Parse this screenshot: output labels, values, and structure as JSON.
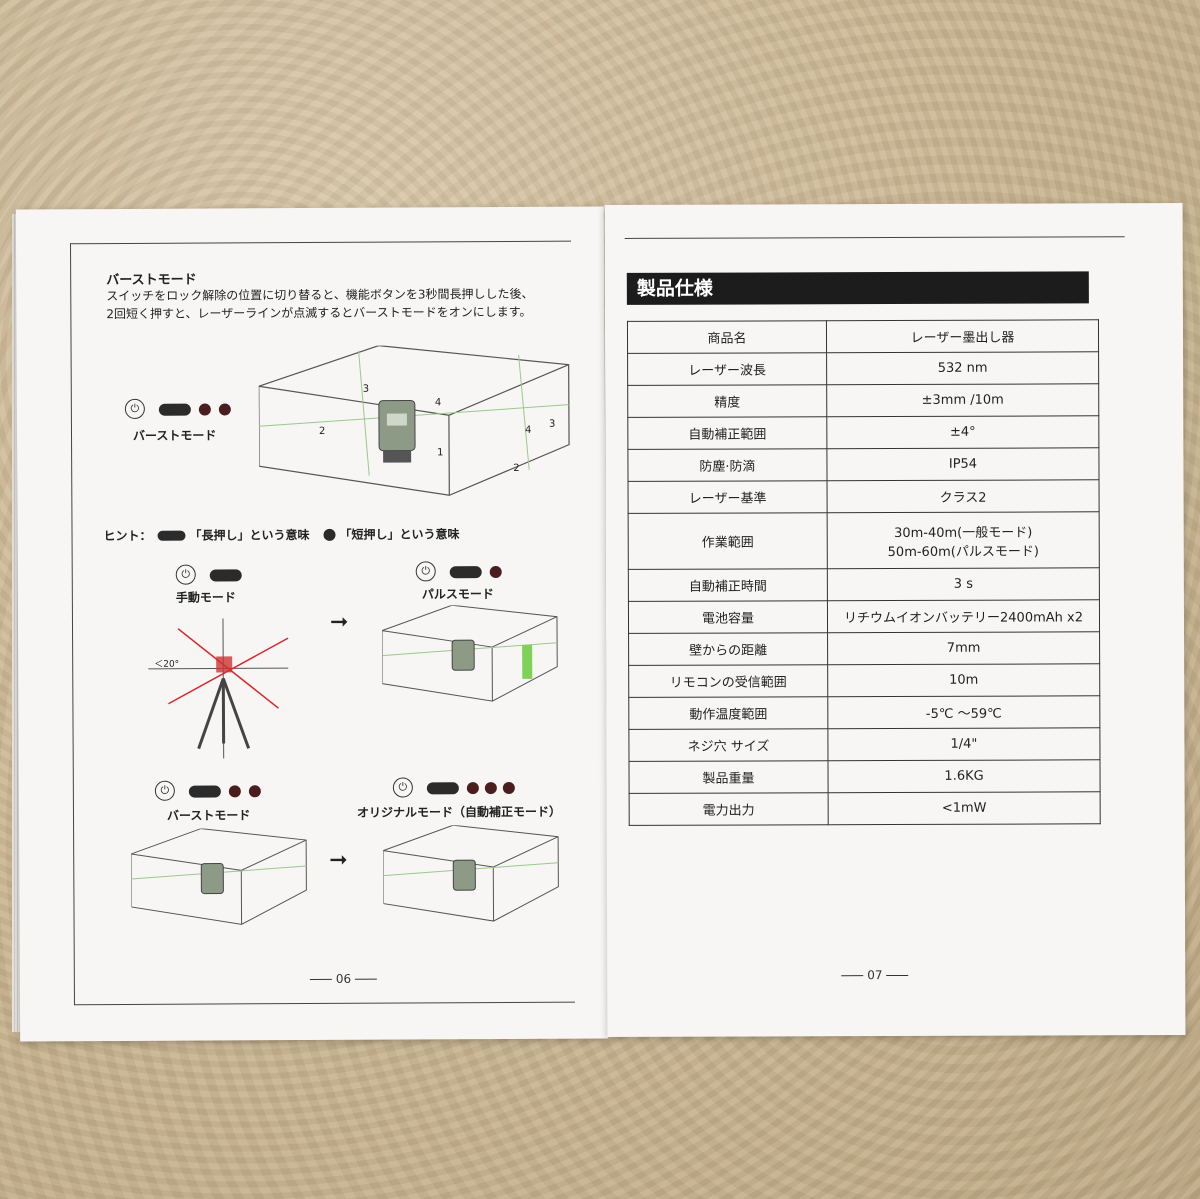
{
  "left_page": {
    "heading": "バーストモード",
    "paragraph_line1": "スイッチをロック解除の位置に切り替ると、機能ボタンを3秒間長押しした後、",
    "paragraph_line2": "2回短く押すと、レーザーラインが点滅するとバーストモードをオンにします。",
    "burst_mode_label": "バーストモード",
    "diagram_numbers": [
      "3",
      "4",
      "4",
      "3",
      "2",
      "1",
      "2"
    ],
    "hint_prefix": "ヒント：",
    "hint_long": "「長押し」という意味",
    "hint_short": "「短押し」という意味",
    "manual_mode_label": "手動モード",
    "pulse_mode_label": "パルスモード",
    "burst_mode_label_2": "バーストモード",
    "original_mode_label": "オリジナルモード（自動補正モード）",
    "tilt_label": "＜20°",
    "page_number": "06"
  },
  "right_page": {
    "title": "製品仕様",
    "specs": [
      {
        "key": "商品名",
        "value": "レーザー墨出し器"
      },
      {
        "key": "レーザー波長",
        "value": "532 nm"
      },
      {
        "key": "精度",
        "value": "±3mm /10m"
      },
      {
        "key": "自動補正範囲",
        "value": "±4°"
      },
      {
        "key": "防塵·防滴",
        "value": "IP54"
      },
      {
        "key": "レーザー基準",
        "value": "クラス2"
      },
      {
        "key": "作業範囲",
        "value": "30m-40m(一般モード)",
        "value2": "50m-60m(パルスモード)"
      },
      {
        "key": "自動補正時間",
        "value": "3 s"
      },
      {
        "key": "電池容量",
        "value": "リチウムイオンバッテリー2400mAh x2"
      },
      {
        "key": "壁からの距離",
        "value": "7mm"
      },
      {
        "key": "リモコンの受信範囲",
        "value": "10m"
      },
      {
        "key": "動作温度範囲",
        "value": "-5℃ ～59℃"
      },
      {
        "key": "ネジ穴 サイズ",
        "value": "1/4\""
      },
      {
        "key": "製品重量",
        "value": "1.6KG"
      },
      {
        "key": "電力出力",
        "value": "<1mW"
      }
    ],
    "page_number": "07"
  },
  "icons": {
    "power": "power-icon",
    "arrow": "arrow-right-icon"
  },
  "colors": {
    "title_bar": "#1c1c1c",
    "laser_green": "#7fd15a",
    "laser_red": "#d8262c"
  }
}
